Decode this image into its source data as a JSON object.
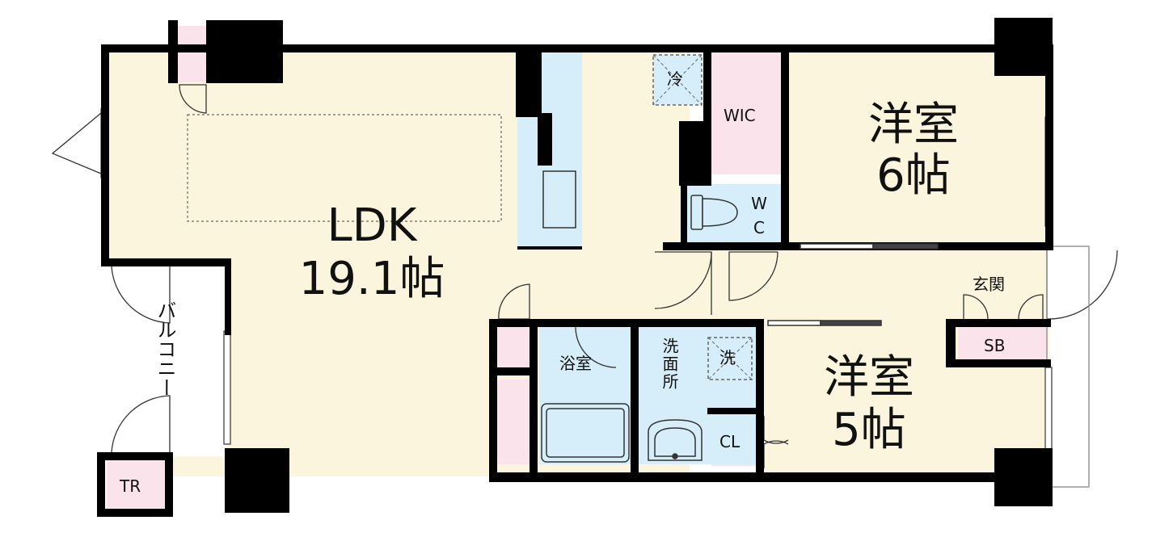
{
  "colors": {
    "floor_main": "#faf5dc",
    "wet_area": "#d6eef9",
    "storage": "#fbe3ec",
    "wall": "#000000",
    "balcony": "#ffffff"
  },
  "rooms": {
    "ldk": {
      "name": "LDK",
      "size": "19.1帖"
    },
    "western1": {
      "name": "洋室",
      "size": "6帖"
    },
    "western2": {
      "name": "洋室",
      "size": "5帖"
    },
    "wic": "WIC",
    "wc": "WC",
    "bath": "浴室",
    "washroom": "洗面所",
    "entrance": "玄関",
    "shoe_box": "SB",
    "closet": "CL",
    "balcony": "バルコニー",
    "trunk_room": "TR",
    "fridge": "冷",
    "washer": "洗"
  },
  "icons": [
    "toilet-icon",
    "bathtub-icon",
    "washbasin-icon",
    "fridge-space-icon",
    "washer-space-icon",
    "door-swing-icon",
    "window-icon"
  ]
}
